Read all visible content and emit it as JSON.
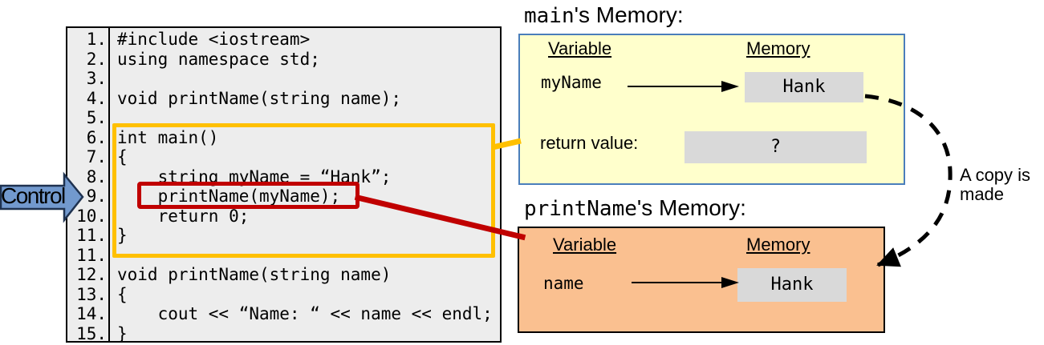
{
  "control": {
    "label": "Control"
  },
  "code": {
    "lines": [
      {
        "num": "1.",
        "text": "#include <iostream>"
      },
      {
        "num": "2.",
        "text": "using namespace std;"
      },
      {
        "num": "3.",
        "text": ""
      },
      {
        "num": "4.",
        "text": "void printName(string name);"
      },
      {
        "num": "5.",
        "text": ""
      },
      {
        "num": "6.",
        "text": "int main()"
      },
      {
        "num": "7.",
        "text": "{"
      },
      {
        "num": "8.",
        "text": "    string myName = “Hank”;"
      },
      {
        "num": "9.",
        "text": "    printName(myName);"
      },
      {
        "num": "10.",
        "text": "    return 0;"
      },
      {
        "num": "11.",
        "text": "}"
      },
      {
        "num": "11.",
        "text": ""
      },
      {
        "num": "12.",
        "text": "void printName(string name)"
      },
      {
        "num": "13.",
        "text": "{"
      },
      {
        "num": "14.",
        "text": "    cout << “Name: “ << name << endl;"
      },
      {
        "num": "15.",
        "text": "}"
      }
    ]
  },
  "main_memory": {
    "title_name": "main",
    "title_suffix": "'s Memory:",
    "col_variable": "Variable",
    "col_memory": "Memory",
    "var_name": "myName",
    "var_value": "Hank",
    "return_label": "return value:",
    "return_value": "?"
  },
  "printname_memory": {
    "title_name": "printName",
    "title_suffix": "'s Memory:",
    "col_variable": "Variable",
    "col_memory": "Memory",
    "var_name": "name",
    "var_value": "Hank"
  },
  "annotation": {
    "line1": "A copy is",
    "line2": "made"
  },
  "colors": {
    "highlight_yellow": "#FFC000",
    "highlight_red": "#C00000",
    "main_panel_bg": "#FFFFCC",
    "main_panel_border": "#4A7EBB",
    "printname_panel_bg": "#FAC090",
    "value_box_bg": "#D9D9D9",
    "control_arrow_fill": "#7299CE",
    "code_bg": "#EDEDED"
  }
}
